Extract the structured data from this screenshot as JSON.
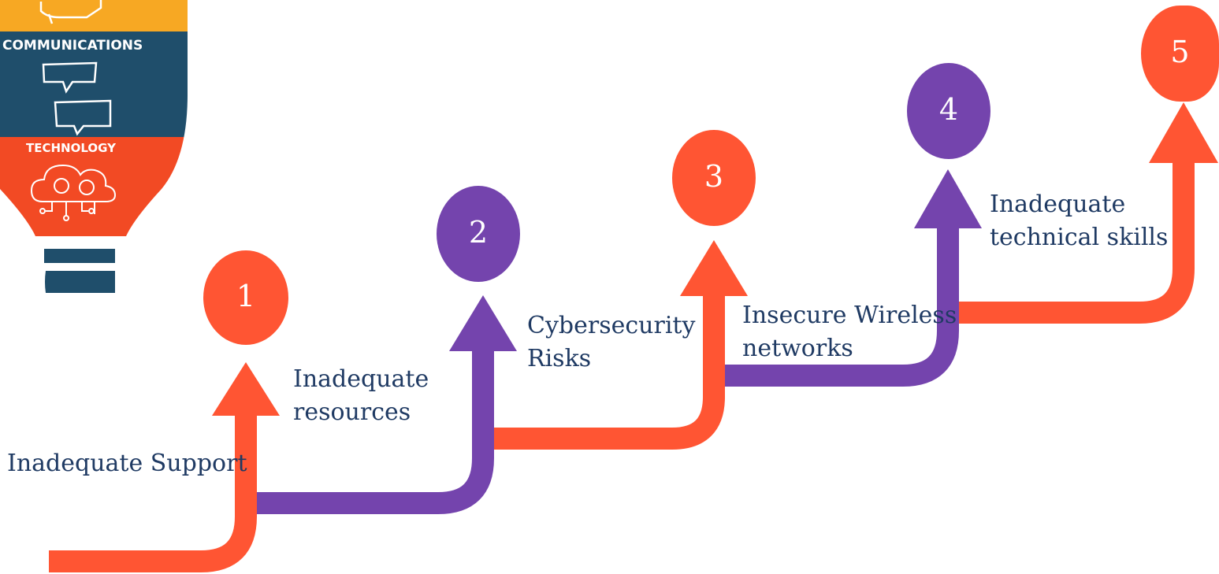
{
  "colors": {
    "orange": "#ff5533",
    "purple": "#7444ad",
    "navy": "#1f3a63",
    "bulb_yellow": "#f7a823",
    "bulb_blue": "#1f4e6b",
    "bulb_red": "#f24a24",
    "text": "#1f3a63"
  },
  "bulb": {
    "label_top": "COMMUNICATIONS",
    "label_bottom": "TECHNOLOGY",
    "icons": [
      "megaphone-icon",
      "chat-bubble-icon",
      "chat-bubble-icon",
      "cloud-gears-icon"
    ]
  },
  "steps": [
    {
      "number": "1",
      "color": "orange",
      "line1": "Inadequate Support",
      "line2": ""
    },
    {
      "number": "2",
      "color": "purple",
      "line1": "Inadequate",
      "line2": "resources"
    },
    {
      "number": "3",
      "color": "orange",
      "line1": "Cybersecurity",
      "line2": "Risks"
    },
    {
      "number": "4",
      "color": "purple",
      "line1": "Insecure Wireless",
      "line2": "networks"
    },
    {
      "number": "5",
      "color": "orange",
      "line1": "Inadequate",
      "line2": "technical skills"
    }
  ]
}
